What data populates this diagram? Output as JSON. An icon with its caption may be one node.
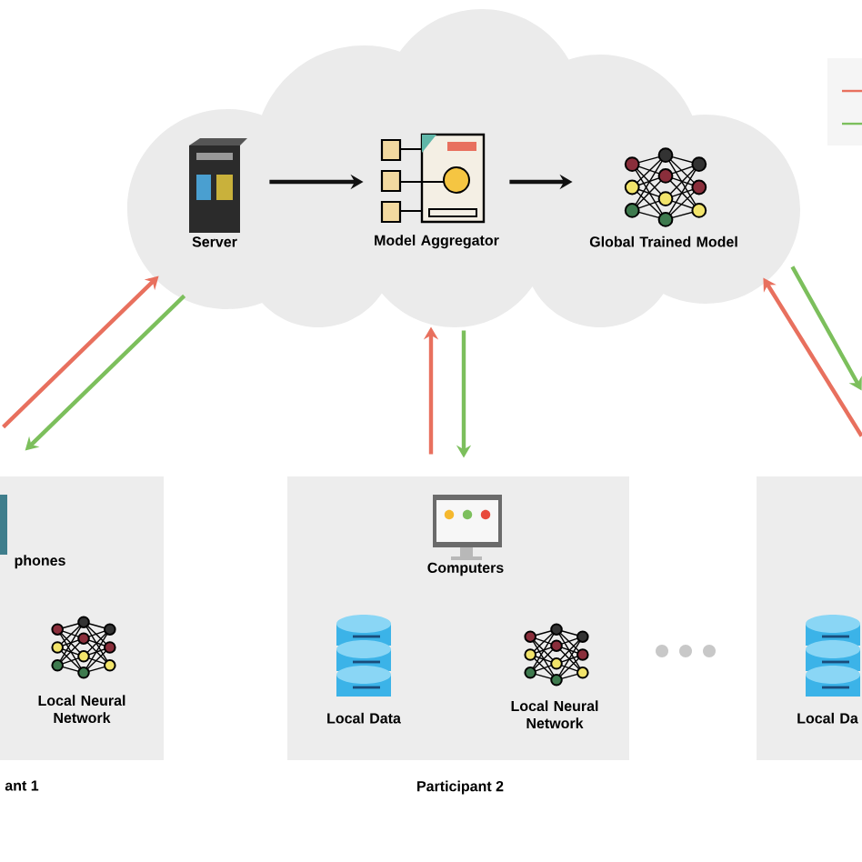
{
  "diagram": {
    "nodes": [
      {
        "text": [],
        "shape": "cloud"
      },
      {
        "text": [
          "Server"
        ],
        "in": 0
      },
      {
        "text": [
          "Model Aggregator"
        ],
        "in": 0
      },
      {
        "text": [
          "Global Trained Model"
        ],
        "in": 0
      },
      {
        "text": [
          "ant 1"
        ]
      },
      {
        "text": [
          "phones"
        ],
        "in": 4
      },
      {
        "text": [
          "Local Neural Network"
        ],
        "in": 4
      },
      {
        "text": [
          "Participant 2"
        ]
      },
      {
        "text": [
          "Computers"
        ],
        "in": 7
      },
      {
        "text": [
          "Local Data"
        ],
        "in": 7
      },
      {
        "text": [
          "Local Neural Network"
        ],
        "in": 7
      },
      {
        "text": [],
        "shape": "box"
      },
      {
        "text": [
          "Local Da"
        ],
        "in": 11
      }
    ],
    "edges": [
      {
        "from": 1,
        "to": 2,
        "arrow": "to",
        "color": "#111111"
      },
      {
        "from": 2,
        "to": 3,
        "arrow": "to",
        "color": "#111111"
      },
      {
        "from": 4,
        "to": 0,
        "arrow": "to",
        "color": "#e8705e"
      },
      {
        "from": 0,
        "to": 4,
        "arrow": "to",
        "color": "#7cbf5c"
      },
      {
        "from": 7,
        "to": 0,
        "arrow": "to",
        "color": "#e8705e"
      },
      {
        "from": 0,
        "to": 7,
        "arrow": "to",
        "color": "#7cbf5c"
      },
      {
        "from": 11,
        "to": 0,
        "arrow": "to",
        "color": "#e8705e"
      },
      {
        "from": 0,
        "to": 11,
        "arrow": "to",
        "color": "#7cbf5c"
      }
    ]
  }
}
